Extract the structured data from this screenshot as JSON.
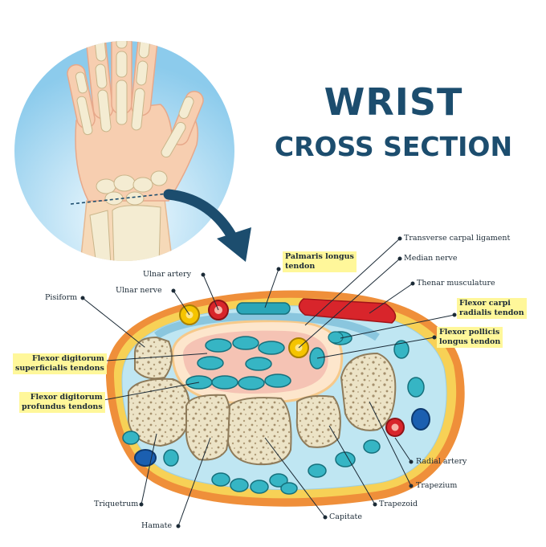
{
  "title": {
    "line1": "WRIST",
    "line2": "CROSS SECTION"
  },
  "labels": {
    "transverse_carpal_ligament": "Transverse carpal ligament",
    "palmaris_longus_1": "Palmaris longus",
    "palmaris_longus_2": "tendon",
    "median_nerve": "Median nerve",
    "ulnar_artery": "Ulnar artery",
    "ulnar_nerve": "Ulnar nerve",
    "thenar_musculature": "Thenar musculature",
    "pisiform": "Pisiform",
    "flexor_carpi_radialis_1": "Flexor carpi",
    "flexor_carpi_radialis_2": "radialis tendon",
    "flexor_pollicis_longus_1": "Flexor pollicis",
    "flexor_pollicis_longus_2": "longus tendon",
    "fds_1": "Flexor digitorum",
    "fds_2": "superficialis tendons",
    "fdp_1": "Flexor digitorum",
    "fdp_2": "profundus tendons",
    "radial_artery": "Radial artery",
    "trapezium": "Trapezium",
    "triquetrum": "Triquetrum",
    "trapezoid": "Trapezoid",
    "hamate": "Hamate",
    "capitate": "Capitate"
  },
  "colors": {
    "title": "#1c4d6e",
    "highlight": "#fff79a",
    "artery": "#d8252b",
    "nerve": "#f5c400",
    "tendon": "#2aa6b8",
    "bone": "#ece3c6",
    "vein": "#1b5fb0",
    "outer_skin": "#f3a54a",
    "tissue": "#bfe6f2"
  }
}
